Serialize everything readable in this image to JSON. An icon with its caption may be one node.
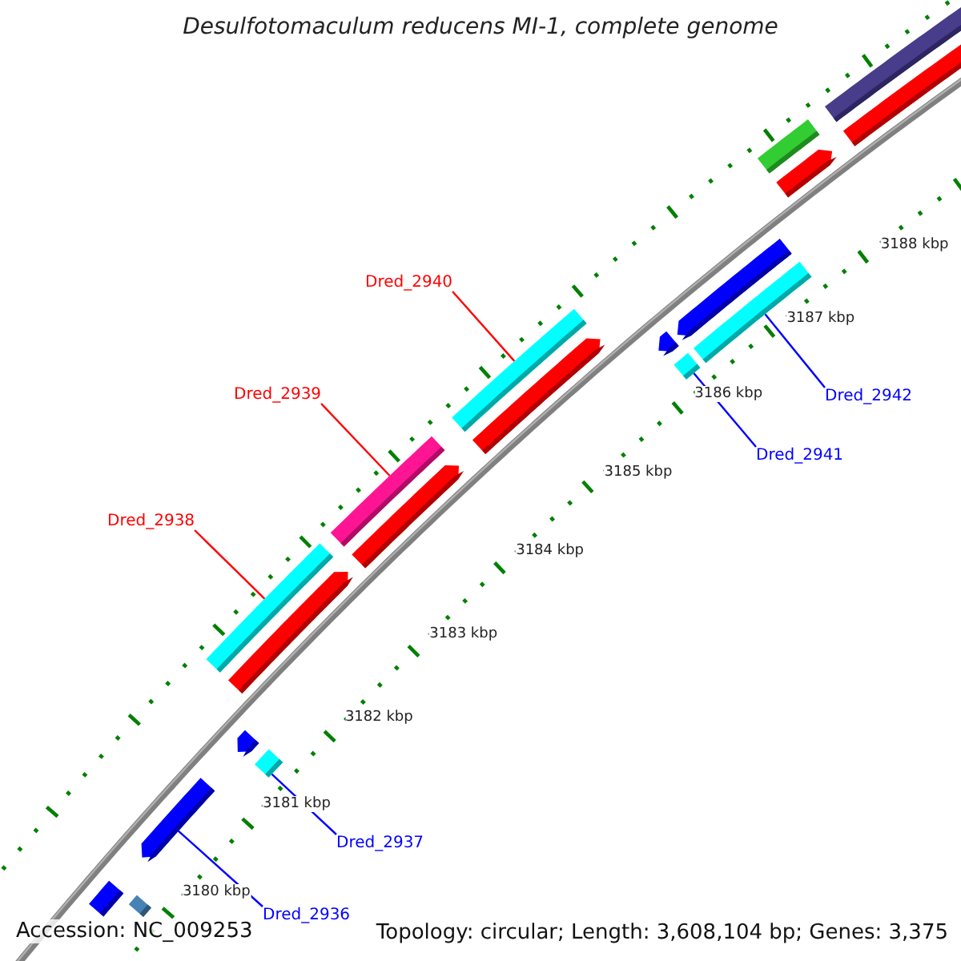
{
  "diagram": {
    "title": "Desulfotomaculum reducens MI-1, complete genome",
    "nodes": [
      {
        "text": [
          "Dred_2940"
        ]
      },
      {
        "text": [
          "Dred_2939"
        ]
      },
      {
        "text": [
          "Dred_2942"
        ]
      },
      {
        "text": [
          "Dred_2941"
        ]
      },
      {
        "text": [
          "Dred_2938"
        ]
      },
      {
        "text": [
          "Dred_2937"
        ]
      },
      {
        "text": [
          "Dred_2936"
        ]
      },
      {
        "text": [],
        "shape": "bar"
      },
      {
        "text": [],
        "shape": "bar"
      },
      {
        "text": [],
        "shape": "bar"
      },
      {
        "text": [],
        "shape": "bar"
      },
      {
        "text": [],
        "shape": "bar"
      },
      {
        "text": [],
        "shape": "bar"
      },
      {
        "text": [],
        "shape": "bar"
      },
      {
        "text": [],
        "shape": "bar"
      },
      {
        "text": [],
        "shape": "bar"
      },
      {
        "text": [],
        "shape": "bar"
      },
      {
        "text": [],
        "shape": "bar"
      },
      {
        "text": [],
        "shape": "bar"
      },
      {
        "text": [],
        "shape": "bar"
      },
      {
        "text": [],
        "shape": "bar"
      },
      {
        "text": [],
        "shape": "bar"
      },
      {
        "text": [],
        "shape": "bar"
      },
      {
        "text": [],
        "shape": "bar"
      },
      {
        "text": [],
        "shape": "bar"
      },
      {
        "text": [],
        "shape": "bar"
      }
    ],
    "edges": [
      {
        "from": 0,
        "to": 16,
        "arrow": "none",
        "color": "#ff0000"
      },
      {
        "from": 1,
        "to": 14,
        "arrow": "none",
        "color": "#ff0000"
      },
      {
        "from": 2,
        "to": 21,
        "arrow": "none"
      },
      {
        "from": 3,
        "to": 19,
        "arrow": "none"
      },
      {
        "from": 4,
        "to": 12,
        "arrow": "none",
        "color": "#ff0000"
      },
      {
        "from": 5,
        "to": 11,
        "arrow": "none"
      },
      {
        "from": 6,
        "to": 9,
        "arrow": "none"
      }
    ],
    "labels": [
      "3188 kbp",
      "3187 kbp",
      "3186 kbp",
      "3185 kbp",
      "3184 kbp",
      "3183 kbp",
      "3182 kbp",
      "3181 kbp",
      "3180 kbp",
      "Accession: NC_009253",
      "Topology: circular; Length: 3,608,104 bp; Genes: 3,375"
    ]
  }
}
